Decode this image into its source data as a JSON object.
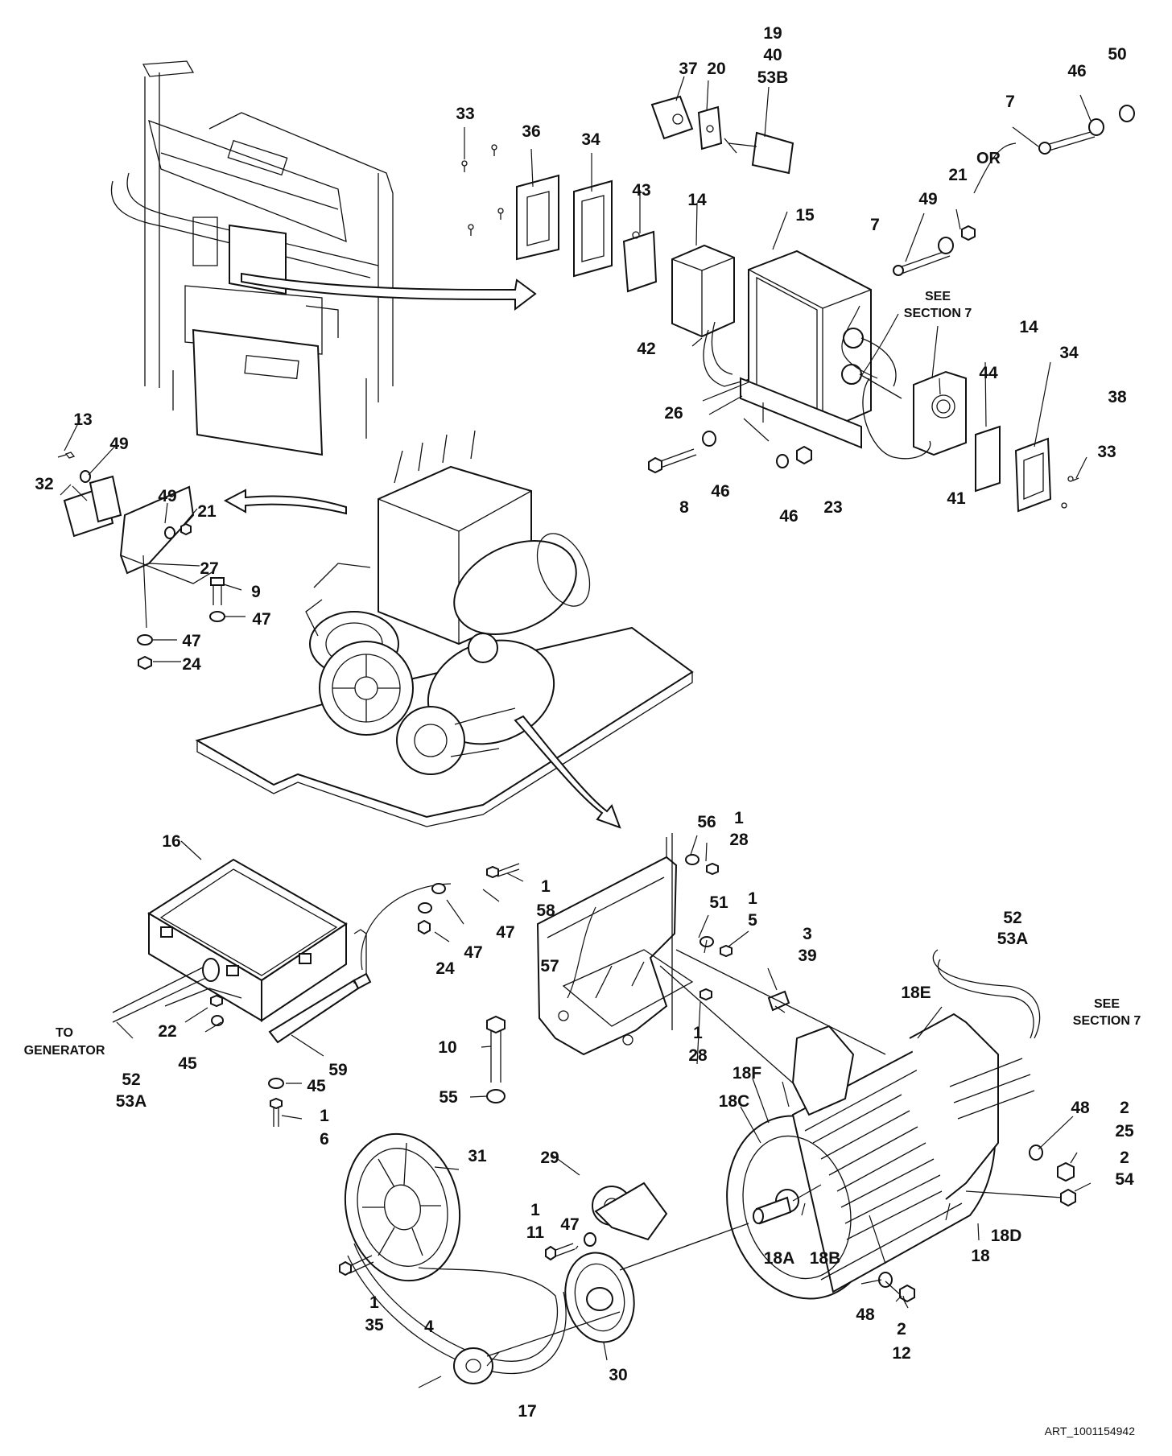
{
  "labels": {
    "c33a": "33",
    "c36": "36",
    "c34a": "34",
    "c37": "37",
    "c20": "20",
    "c19": "19",
    "c40": "40",
    "c53b": "53B",
    "c46a": "46",
    "c50": "50",
    "c7a": "7",
    "c43": "43",
    "c14a": "14",
    "c15": "15",
    "c49a": "49",
    "c21a": "21",
    "c7b": "7",
    "c42": "42",
    "c26": "26",
    "c14b": "14",
    "c34b": "34",
    "c44": "44",
    "c38": "38",
    "c33b": "33",
    "c8": "8",
    "c46b": "46",
    "c46c": "46",
    "c23": "23",
    "c41": "41",
    "c13": "13",
    "c49b": "49",
    "c32": "32",
    "c49c": "49",
    "c21b": "21",
    "c27": "27",
    "c9": "9",
    "c47a": "47",
    "c47b": "47",
    "c24a": "24",
    "c16": "16",
    "c1a": "1",
    "c58": "58",
    "c47c": "47",
    "c47d": "47",
    "c24b": "24",
    "c56": "56",
    "c1b": "1",
    "c28a": "28",
    "c51": "51",
    "c1c": "1",
    "c5": "5",
    "c3": "3",
    "c39": "39",
    "c52a": "52",
    "c53a1": "53A",
    "c57": "57",
    "c18e": "18E",
    "c1d": "1",
    "c28b": "28",
    "c10": "10",
    "c55": "55",
    "c18f": "18F",
    "c18c": "18C",
    "c22": "22",
    "c45a": "45",
    "c59": "59",
    "c45b": "45",
    "c1e": "1",
    "c6": "6",
    "c52b": "52",
    "c53a2": "53A",
    "c31": "31",
    "c29": "29",
    "c1f": "1",
    "c11": "11",
    "c47e": "47",
    "c48a": "48",
    "c2a": "2",
    "c25": "25",
    "c2b": "2",
    "c54": "54",
    "c18d": "18D",
    "c18": "18",
    "c18a": "18A",
    "c18b": "18B",
    "c48b": "48",
    "c2c": "2",
    "c12": "12",
    "c1g": "1",
    "c35": "35",
    "c4": "4",
    "c30": "30",
    "c17": "17"
  },
  "notes": {
    "or": "OR",
    "see1_line1": "SEE",
    "see1_line2": "SECTION 7",
    "see2_line1": "SEE",
    "see2_line2": "SECTION 7",
    "togen_line1": "TO",
    "togen_line2": "GENERATOR"
  },
  "art_id": "ART_1001154942"
}
